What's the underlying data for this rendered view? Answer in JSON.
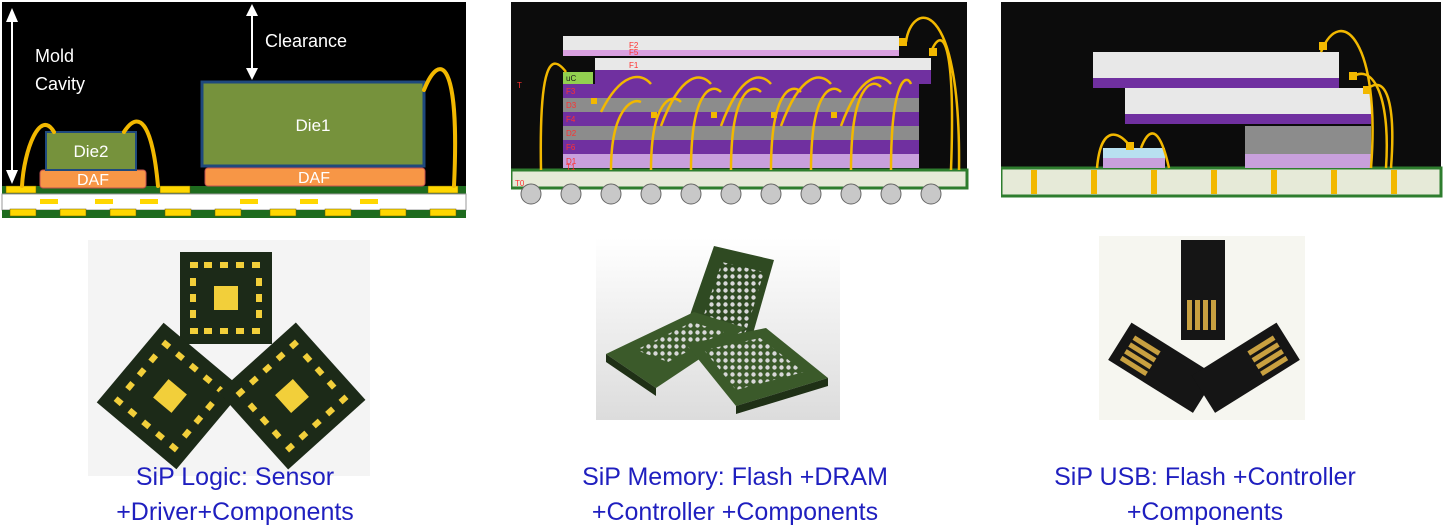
{
  "logic_cross_section": {
    "mold_cavity_line1": "Mold",
    "mold_cavity_line2": "Cavity",
    "clearance": "Clearance",
    "die1": "Die1",
    "die2": "Die2",
    "daf_small": "DAF",
    "daf_large": "DAF"
  },
  "memory_cross_section": {
    "layer_labels": [
      "F2",
      "F5",
      "F1",
      "uC",
      "F3",
      "D3",
      "F4",
      "D2",
      "F6",
      "D1",
      "T1",
      "T0",
      "T"
    ]
  },
  "captions": {
    "logic": {
      "line1": "SiP Logic: Sensor",
      "line2": "+Driver+Components"
    },
    "memory": {
      "line1": "SiP Memory: Flash +DRAM",
      "line2": "+Controller +Components"
    },
    "usb": {
      "line1": "SiP USB: Flash  +Controller",
      "line2": "+Components"
    }
  },
  "colors": {
    "caption_text": "#1f1fbf",
    "die_green": "#76923c",
    "daf_orange": "#f79646",
    "substrate_green": "#1e6b1e",
    "bond_wire_gold": "#f2b800",
    "die_purple": "#7030a0",
    "mold_black": "#000000"
  }
}
